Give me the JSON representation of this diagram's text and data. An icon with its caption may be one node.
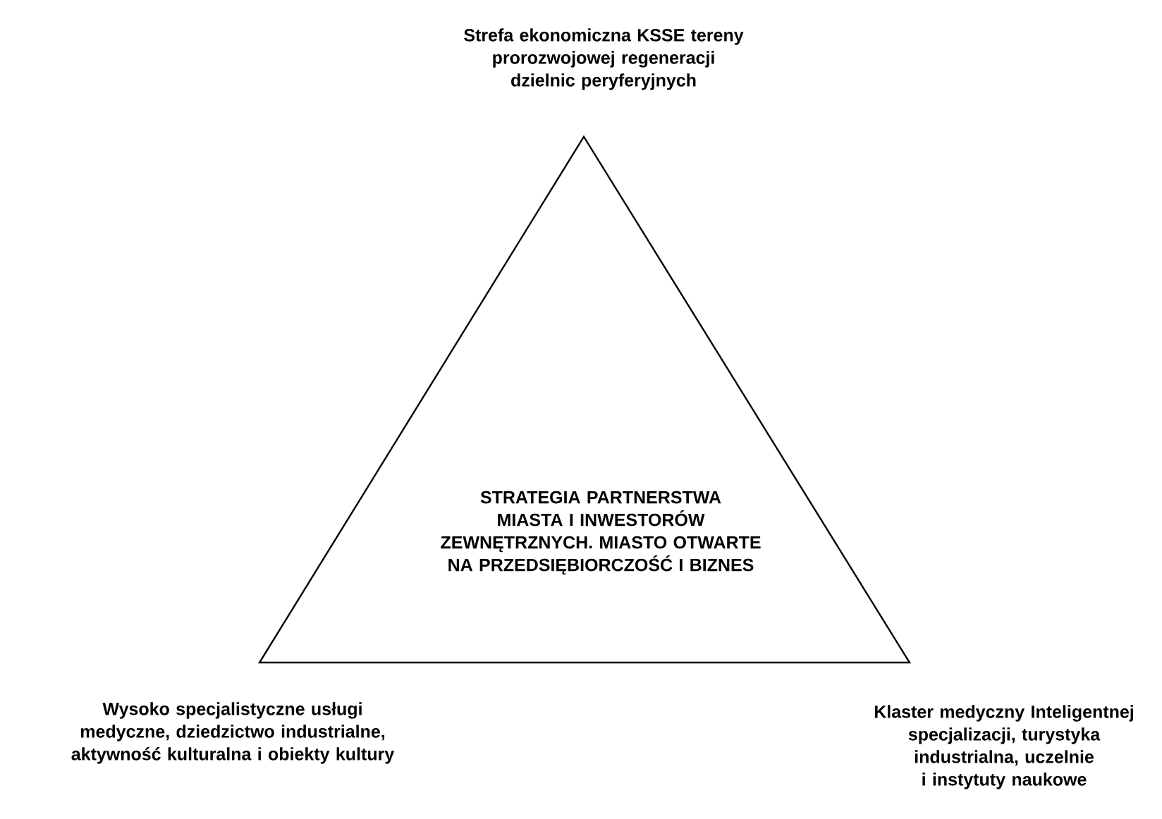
{
  "diagram": {
    "nodes": [
      {
        "text": [
          "STRATEGIA PARTNERSTWA MIASTA I INWESTORÓW ZEWNĘTRZNYCH. MIASTO OTWARTE NA PRZEDSIĘBIORCZOŚĆ I BIZNES"
        ]
      }
    ],
    "labels": [
      "Strefa ekonomiczna KSSE tereny prorozwojowej regeneracji dzielnic peryferyjnych",
      "Wysoko specjalistyczne usługi medyczne, dziedzictwo industrialne, aktywność kulturalna i obiekty kultury",
      "Klaster medyczny Inteligentnej specjalizacji, turystyka industrialna, uczelnie i instytuty naukowe"
    ]
  }
}
